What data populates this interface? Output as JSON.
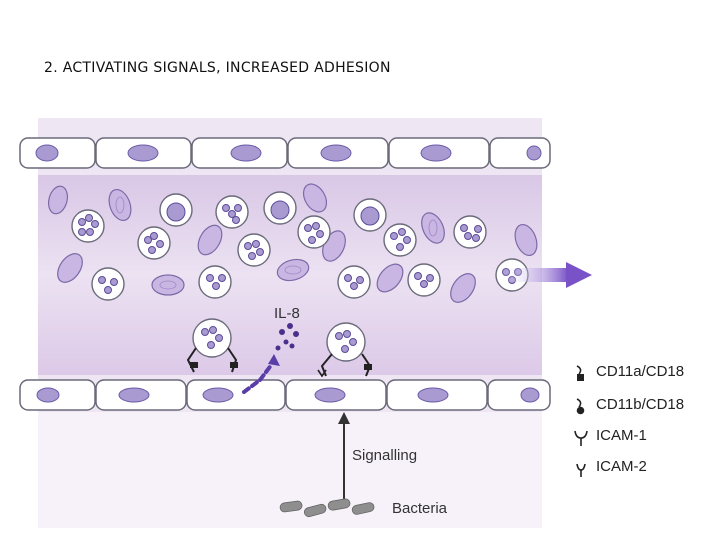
{
  "slide": {
    "title": "2.  ACTIVATING SIGNALS, INCREASED ADHESION"
  },
  "diagram": {
    "labels": {
      "il8": "IL-8",
      "signalling": "Signalling",
      "bacteria": "Bacteria"
    },
    "colors": {
      "lumen": "#e4d4ec",
      "membrane": "#ffffff",
      "nucleus": "#a99ad2",
      "rbc": "#c9b6e2",
      "arrow": "#7a52c7",
      "bacteria": "#8e8e8e"
    }
  },
  "legend": {
    "items": [
      {
        "label": "CD11a/CD18",
        "icon": "integrin-hook-icon"
      },
      {
        "label": "CD11b/CD18",
        "icon": "integrin-hook-round-icon"
      },
      {
        "label": "ICAM-1",
        "icon": "fork-receptor-icon"
      },
      {
        "label": "ICAM-2",
        "icon": "fork-receptor-small-icon"
      }
    ]
  }
}
